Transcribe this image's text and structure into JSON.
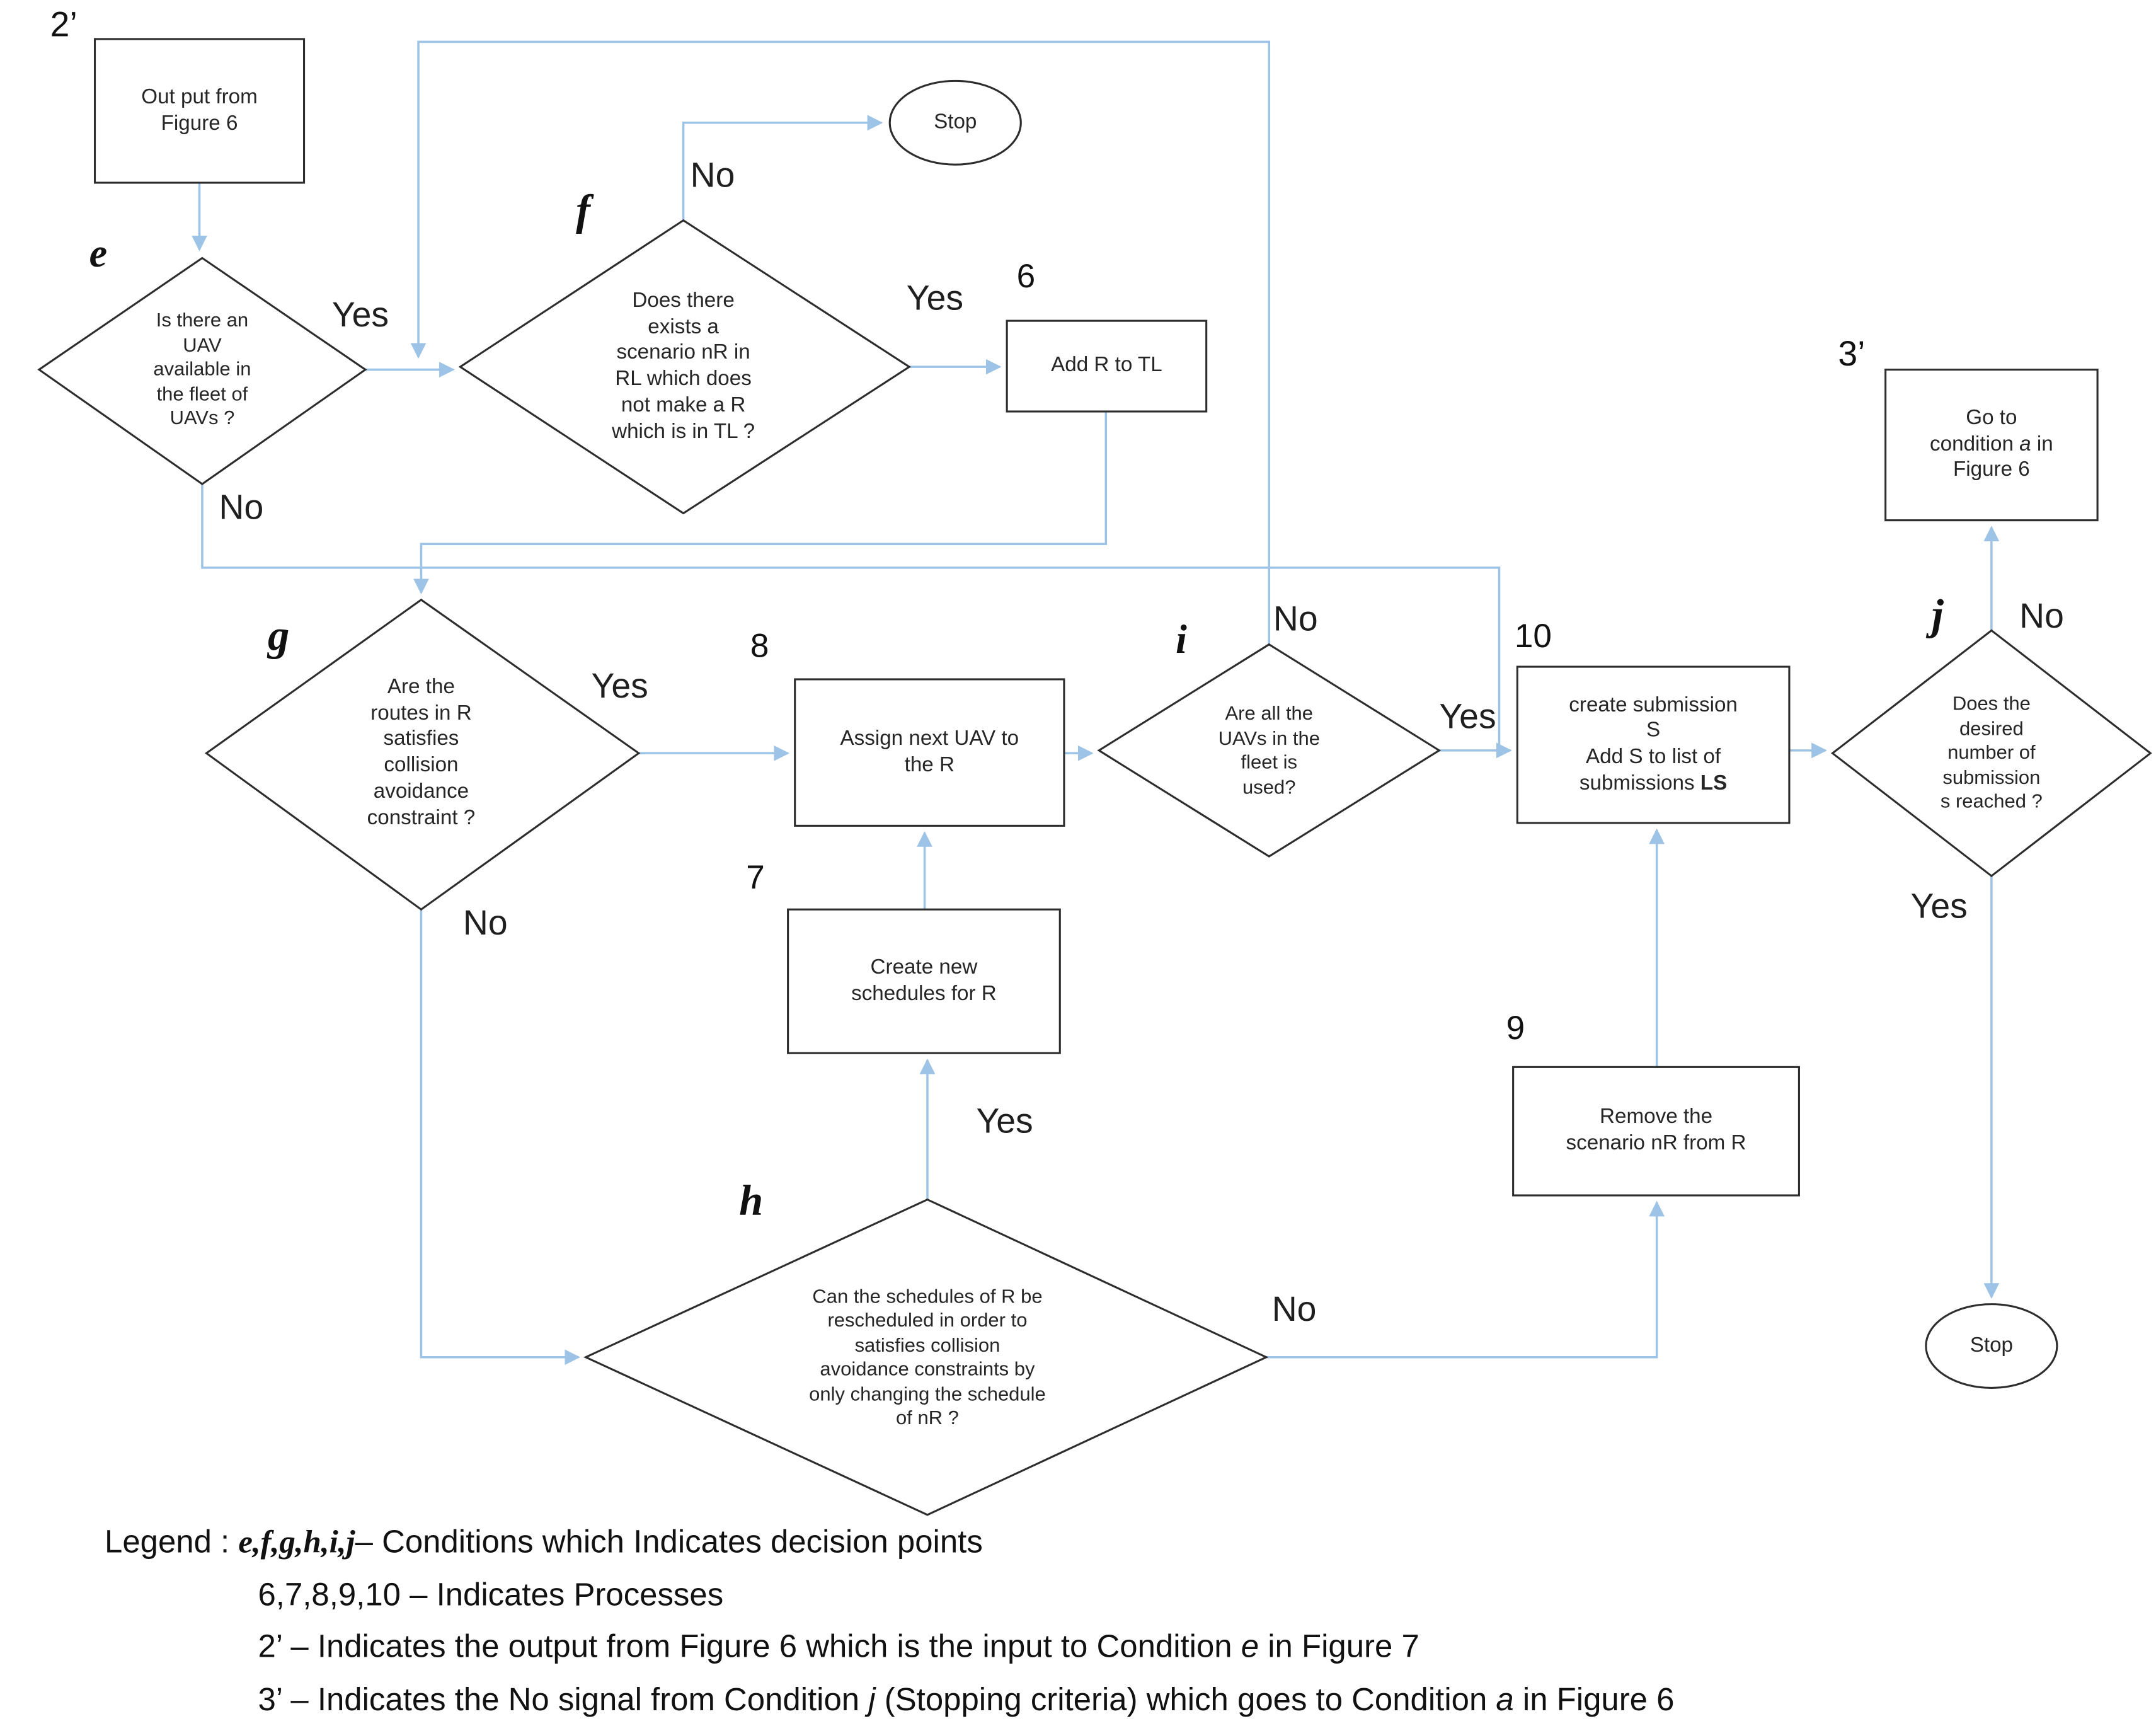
{
  "colors": {
    "connector": "#9DC3E6",
    "shape_outline": "#2D2D2D",
    "text": "#262626"
  },
  "nodes": {
    "output_from_fig6": {
      "label": "2’",
      "text": "Out put from\nFigure 6"
    },
    "e": {
      "label": "e",
      "text": "Is there  an\nUAV\navailable in\nthe fleet of\nUAVs ?"
    },
    "f": {
      "label": "f",
      "text": "Does there\nexists a\nscenario nR in\nRL which does\nnot make a R\nwhich is in TL ?"
    },
    "stop_top": {
      "text": "Stop"
    },
    "p6": {
      "label": "6",
      "text": "Add  R to TL"
    },
    "g": {
      "label": "g",
      "text": "Are the\nroutes in  R\nsatisfies\ncollision\navoidance\nconstraint ?"
    },
    "p8": {
      "label": "8",
      "text": "Assign next UAV to\nthe R"
    },
    "p7": {
      "label": "7",
      "text": "Create new\nschedules for R"
    },
    "h": {
      "label": "h",
      "text": "Can the schedules of R  be\nrescheduled in order to\nsatisfies collision\navoidance  constraints by\nonly changing the schedule\nof nR ?"
    },
    "i": {
      "label": "i",
      "text": "Are all the\nUAVs in the\nfleet is\nused?"
    },
    "p9": {
      "label": "9",
      "text": "Remove the\nscenario nR from R"
    },
    "p10": {
      "label": "10",
      "text": "create submission\nS\nAdd S to list of\nsubmissions",
      "text_bold": " LS"
    },
    "j": {
      "label": "j",
      "text": "Does the\ndesired\nnumber of\nsubmission\ns reached ?"
    },
    "goto_fig6": {
      "label": "3’",
      "text_pre": "Go to\ncondition ",
      "text_italic": "a",
      "text_post": " in\nFigure 6"
    },
    "stop_bottom": {
      "text": "Stop"
    }
  },
  "edge_labels": {
    "e_yes": "Yes",
    "e_no": "No",
    "f_yes": "Yes",
    "f_no": "No",
    "g_yes": "Yes",
    "g_no": "No",
    "h_yes": "Yes",
    "h_no": "No",
    "i_yes": "Yes",
    "i_no": "No",
    "j_yes": "Yes",
    "j_no": "No"
  },
  "legend": {
    "prefix": "Legend :  ",
    "line1_bold": "e,f,g,h,i,j",
    "line1_rest": "– Conditions which Indicates decision points",
    "line2": "6,7,8,9,10 – Indicates Processes",
    "line3_pre": "2’ – Indicates the output from Figure 6 which is the input to Condition ",
    "line3_italic": "e",
    "line3_post": " in Figure 7",
    "line4_pre": "3’ – Indicates the No signal from Condition ",
    "line4_italic": "j",
    "line4_mid": " (Stopping criteria) which goes to Condition ",
    "line4_italic2": "a",
    "line4_post": " in Figure  6"
  }
}
